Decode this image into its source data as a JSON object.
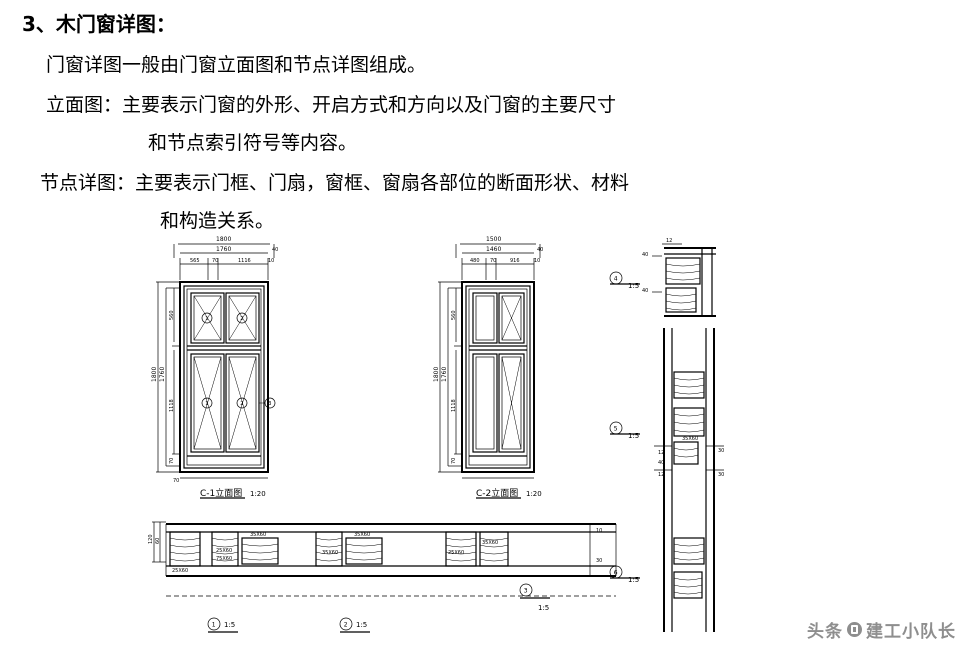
{
  "document": {
    "heading": "3、木门窗详图：",
    "paragraphs": [
      "门窗详图一般由门窗立面图和节点详图组成。",
      "立面图：主要表示门窗的外形、开启方式和方向以及门窗的主要尺寸",
      "和节点索引符号等内容。",
      "节点详图：主要表示门框、门扇，窗框、窗扇各部位的断面形状、材料",
      "和构造关系。"
    ]
  },
  "drawings": {
    "elevation_left": {
      "title": "C-1立面图",
      "scale": "1:20",
      "dim_top_outer": "1800",
      "dim_top_inner": "1760",
      "dim_top_parts": [
        "565",
        "70",
        "1116"
      ],
      "dim_top_small": "10",
      "dim_left_outer": "1800",
      "dim_left_parts": [
        "560",
        "1118",
        "70"
      ],
      "dim_left_inner": "1760",
      "marks": [
        "1",
        "2",
        "3",
        "4"
      ]
    },
    "elevation_right": {
      "title": "C-2立面图",
      "scale": "1:20",
      "dim_top_outer": "1500",
      "dim_top_inner": "1460",
      "dim_top_parts": [
        "480",
        "70",
        "916"
      ],
      "dim_top_small": "10",
      "dim_left_outer": "1800",
      "dim_left_parts": [
        "560",
        "1118",
        "70"
      ],
      "dim_left_inner": "1760"
    },
    "sections_bottom": {
      "labels": [
        "1",
        "2",
        "3"
      ],
      "scales": [
        "1:5",
        "1:5",
        "1:5"
      ],
      "notes": [
        "25X60",
        "35X60",
        "75X60",
        "35X60",
        "75X60",
        "25X60",
        "35X60"
      ]
    },
    "sections_right": {
      "labels": [
        "4",
        "5",
        "6"
      ],
      "scales": [
        "1:5",
        "1:5",
        "1:5"
      ],
      "notes": [
        "12",
        "40",
        "40",
        "60",
        "40",
        "12",
        "30",
        "35X60"
      ]
    }
  },
  "watermark": {
    "text": "头条 @建工小队长",
    "prefix": "头条",
    "name": "建工小队长"
  }
}
